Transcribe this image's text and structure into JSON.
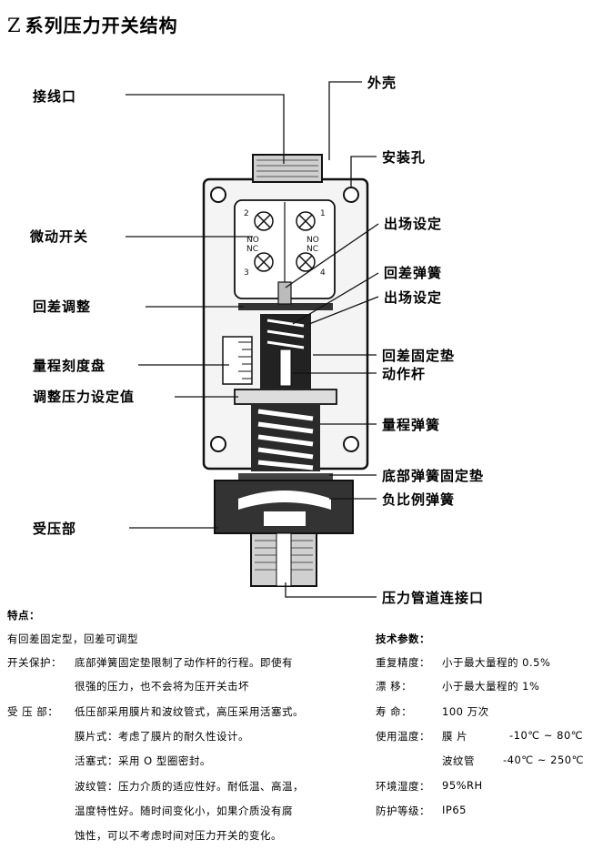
{
  "title": {
    "prefix": "Z",
    "text": "系列压力开关结构"
  },
  "labels": {
    "wiring_port": "接线口",
    "housing": "外壳",
    "mounting_hole": "安装孔",
    "micro_switch": "微动开关",
    "factory_setting_1": "出场设定",
    "diff_spring": "回差弹簧",
    "diff_adjust": "回差调整",
    "factory_setting_2": "出场设定",
    "range_dial": "量程刻度盘",
    "diff_fixed_pad": "回差固定垫",
    "action_rod": "动作杆",
    "adjust_pressure_value": "调整压力设定值",
    "range_spring": "量程弹簧",
    "bottom_spring_pad": "底部弹簧固定垫",
    "negative_spring": "负比例弹簧",
    "pressure_part": "受压部",
    "pipe_connector": "压力管道连接口"
  },
  "switch_terminals": {
    "t1": "1",
    "t2": "2",
    "t3": "3",
    "t4": "4",
    "no": "NO",
    "nc": "NC"
  },
  "features": {
    "heading": "特点：",
    "line1": "有回差固定型，回差可调型",
    "switch_protect_label": "开关保护：",
    "switch_protect_1": "底部弹簧固定垫限制了动作杆的行程。即使有",
    "switch_protect_2": "很强的压力，也不会将为压开关击坏",
    "pressure_label": "受 压 部：",
    "pressure_1": "低压部采用膜片和波纹管式，高压采用活塞式。",
    "membrane": "膜片式：考虑了膜片的耐久性设计。",
    "piston": "活塞式：采用 O 型圈密封。",
    "bellows_1": "波纹管：压力介质的适应性好。耐低温、高温，",
    "bellows_2": "温度特性好。随时间变化小，如果介质没有腐",
    "bellows_3": "蚀性，可以不考虑时间对压力开关的变化。"
  },
  "specs": {
    "heading": "技术参数：",
    "repeat_label": "重复精度：",
    "repeat_value": "小于最大量程的 0.5%",
    "drift_label": "漂    移：",
    "drift_value": "小于最大量程的 1%",
    "life_label": "寿    命：",
    "life_value": "100 万次",
    "temp_label": "使用温度：",
    "temp_membrane_label": "膜    片",
    "temp_membrane_value": "-10℃ ~ 80℃",
    "temp_bellows_label": "波纹管",
    "temp_bellows_value": "-40℃ ~ 250℃",
    "humidity_label": "环境湿度：",
    "humidity_value": "95%RH",
    "protection_label": "防护等级：",
    "protection_value": "IP65"
  }
}
